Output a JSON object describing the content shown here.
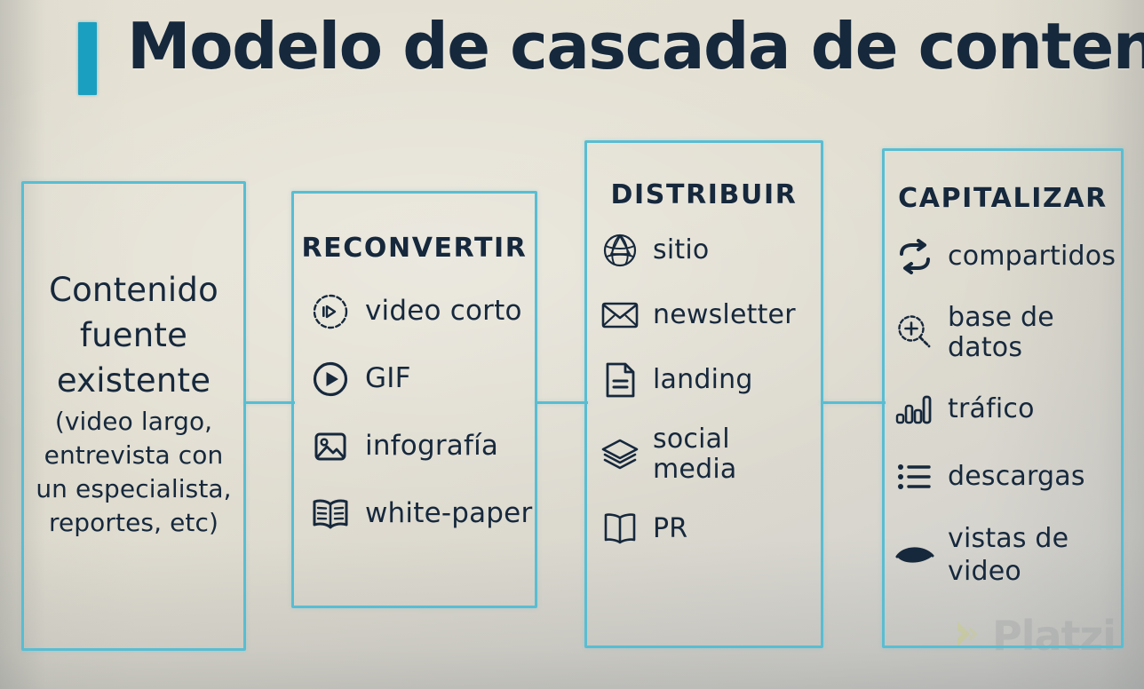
{
  "title": {
    "text": "Modelo de cascada de contenido",
    "accent_color": "#1a9fc0",
    "text_color": "#16283c"
  },
  "theme": {
    "background_color": "#e2ded1",
    "box_border_color": "#59bdd2",
    "connector_color": "#59bdd2",
    "icon_color": "#16283c"
  },
  "watermark": {
    "text": "Platzi"
  },
  "columns": [
    {
      "id": "source",
      "heading": "",
      "main_text": "Contenido\nfuente\nexistente",
      "sub_text": "(video largo,\nentrevista con\nun especialista,\nreportes, etc)",
      "items": []
    },
    {
      "id": "reconvert",
      "heading": "RECONVERTIR",
      "items": [
        {
          "label": "video corto",
          "icon": "short-video-icon"
        },
        {
          "label": "GIF",
          "icon": "play-circle-icon"
        },
        {
          "label": "infografía",
          "icon": "image-icon"
        },
        {
          "label": "white-paper",
          "icon": "open-book-icon"
        }
      ]
    },
    {
      "id": "distribute",
      "heading": "DISTRIBUIR",
      "items": [
        {
          "label": "sitio",
          "icon": "globe-icon"
        },
        {
          "label": "newsletter",
          "icon": "envelope-icon"
        },
        {
          "label": "landing",
          "icon": "document-icon"
        },
        {
          "label": "social media",
          "icon": "layers-icon"
        },
        {
          "label": "PR",
          "icon": "newspaper-icon"
        }
      ]
    },
    {
      "id": "capitalize",
      "heading": "CAPITALIZAR",
      "items": [
        {
          "label": "compartidos",
          "icon": "repeat-icon"
        },
        {
          "label": "base de datos",
          "icon": "magnifier-plus-icon"
        },
        {
          "label": "tráfico",
          "icon": "bar-chart-icon"
        },
        {
          "label": "descargas",
          "icon": "list-icon"
        },
        {
          "label": "vistas de\nvideo",
          "icon": "eye-icon"
        }
      ]
    }
  ]
}
